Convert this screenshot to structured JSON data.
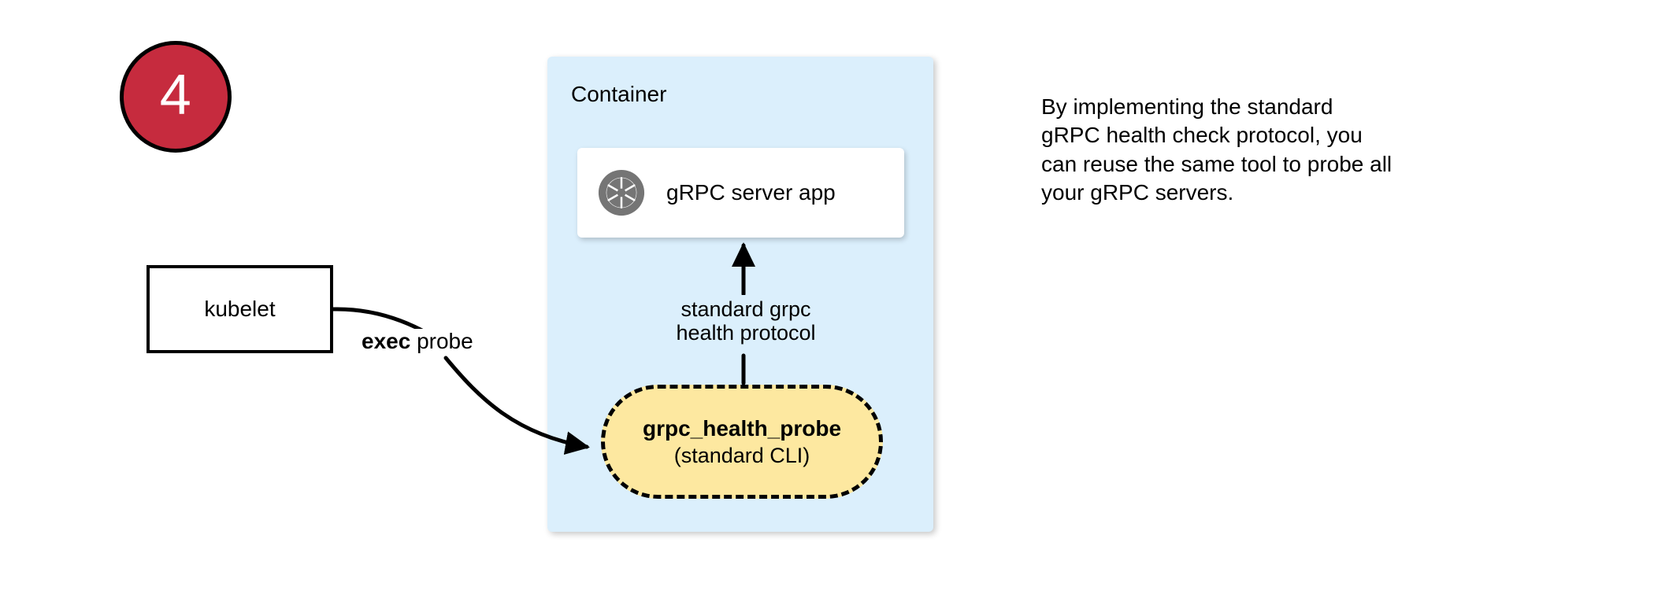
{
  "diagram": {
    "step_badge": {
      "number": "4",
      "fill_color": "#c62b3e",
      "border_color": "#000000",
      "text_color": "#ffffff"
    },
    "container": {
      "label": "Container",
      "fill_color": "#dbeffc"
    },
    "server_card": {
      "icon": "grpc-logo-icon",
      "label": "gRPC server app",
      "fill_color": "#ffffff",
      "icon_color": "#757575"
    },
    "kubelet": {
      "label": "kubelet",
      "fill_color": "#ffffff",
      "border_color": "#000000"
    },
    "probe": {
      "title": "grpc_health_probe",
      "subtitle": "(standard CLI)",
      "fill_color": "#fde8a0",
      "border_color": "#000000",
      "border_style": "dashed"
    },
    "edges": [
      {
        "name": "kubelet-to-probe",
        "label_bold": "exec",
        "label_rest": " probe",
        "from": "kubelet",
        "to": "grpc_health_probe"
      },
      {
        "name": "probe-to-server",
        "label_line1": "standard grpc",
        "label_line2": "health protocol",
        "from": "grpc_health_probe",
        "to": "gRPC server app"
      }
    ],
    "note": {
      "line1": "By implementing the standard",
      "line2": "gRPC health check protocol, you",
      "line3": "can reuse the same tool to probe all",
      "line4": "your gRPC servers."
    }
  }
}
